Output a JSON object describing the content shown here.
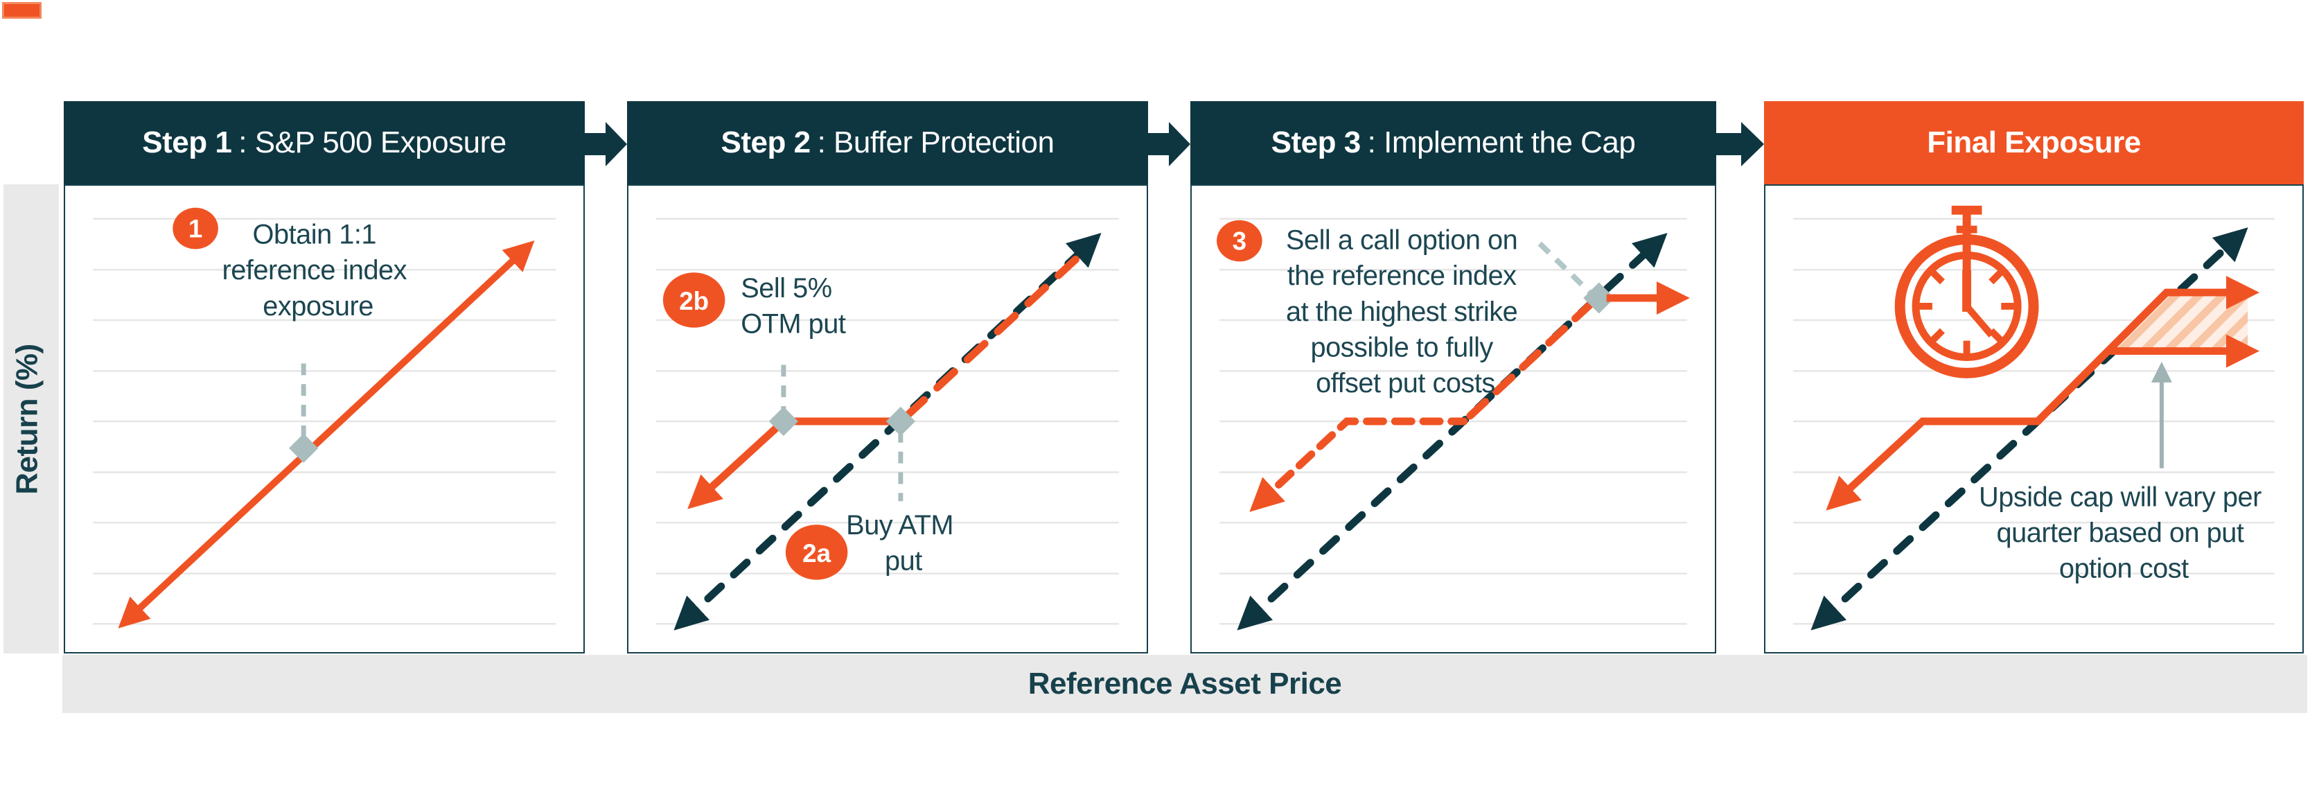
{
  "colors": {
    "orange": "#F05323",
    "navy": "#0E3641",
    "text_navy": "#1C4651",
    "gray_blue": "#A9BCBE",
    "gray_arrow": "#9FB2B4",
    "hatch_orange": "#F8C5A5",
    "band_gray": "#E9E9E9",
    "grid_gray": "#E6E6E6"
  },
  "icons": {
    "flow_arrow_icon": "right-block-arrow",
    "stopwatch_icon": "stopwatch",
    "strike_marker": "diamond",
    "cap_pointer_icon": "up-arrow"
  },
  "axis": {
    "y_label": "Return (%)",
    "x_label": "Reference Asset Price"
  },
  "steps": [
    {
      "title_prefix": "Step 1",
      "title_suffix": ": S&P 500 Exposure",
      "badge": {
        "label": "1"
      },
      "note_lines": [
        "Obtain 1:1",
        "reference index",
        "exposure"
      ]
    },
    {
      "title_prefix": "Step 2",
      "title_suffix": ": Buffer Protection",
      "badge_b": {
        "label": "2b",
        "note_lines": [
          "Sell 5%",
          "OTM put"
        ]
      },
      "badge_a": {
        "label": "2a",
        "note_lines": [
          "Buy ATM",
          "put"
        ]
      }
    },
    {
      "title_prefix": "Step 3",
      "title_suffix": ": Implement the Cap",
      "badge": {
        "label": "3"
      },
      "note_lines": [
        "Sell a call option on",
        "the reference index",
        "at the highest strike",
        "possible to fully",
        "offset put costs"
      ]
    },
    {
      "title_prefix": "Final Exposure",
      "title_suffix": "",
      "annotation_lines": [
        "Upside cap will vary per",
        "quarter based on put",
        "option cost"
      ]
    }
  ]
}
